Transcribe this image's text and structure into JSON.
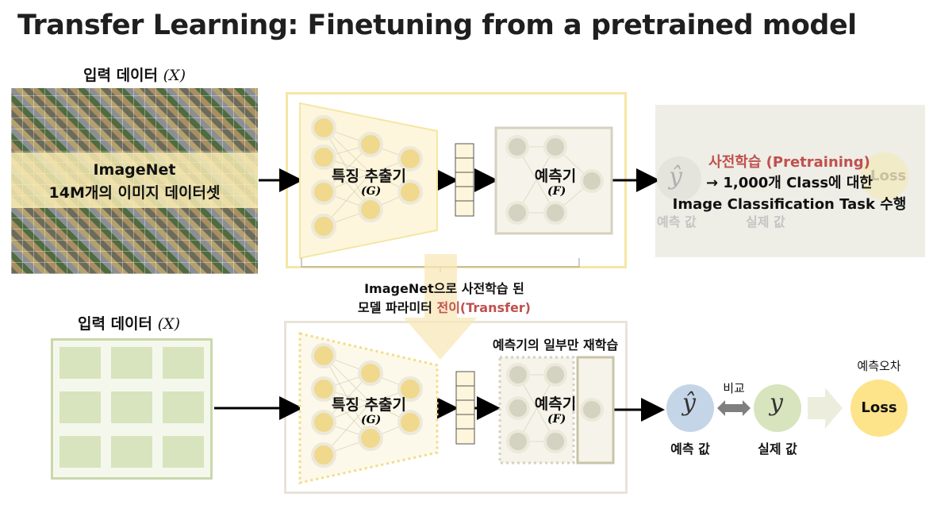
{
  "title": "Transfer Learning: Finetuning from a pretrained model",
  "top": {
    "input_label": "입력 데이터",
    "input_var": "(X)",
    "imagenet_line1": "ImageNet",
    "imagenet_line2": "14M개의 이미지 데이터셋",
    "feature_extractor": "특징 추출기",
    "feature_var": "(G)",
    "predictor": "예측기",
    "predictor_var": "(F)",
    "pretrain_title": "사전학습 (Pretraining)",
    "pretrain_line2": "→ 1,000개 Class에 대한",
    "pretrain_line3": "Image Classification Task 수행",
    "faded_pred": "예측 값",
    "faded_true": "실제 값",
    "faded_loss": "Loss"
  },
  "transfer": {
    "line1": "ImageNet으로 사전학습 된",
    "line2_prefix": "모델 파라미터 ",
    "line2_highlight": "전이(Transfer)"
  },
  "bottom": {
    "input_label": "입력 데이터",
    "input_var": "(X)",
    "feature_extractor": "특징 추출기",
    "feature_var": "(G)",
    "predictor": "예측기",
    "predictor_var": "(F)",
    "retrain_note": "예측기의 일부만 재학습",
    "pred_label": "예측 값",
    "true_label": "실제 값",
    "compare": "비교",
    "error": "예측오차",
    "loss": "Loss",
    "yhat": "ŷ",
    "y": "y"
  },
  "colors": {
    "node": "#f0d98c",
    "node_grey": "#d4d2c0",
    "trapezoid": "#fdf6dc",
    "top_border": "#f5e6a4",
    "bottom_border": "#e8e4d8",
    "input_green": "#d7e4bd",
    "pred_circle": "#c5d5e8",
    "true_circle": "#d7e4bd",
    "loss_circle": "#fde38a",
    "highlight": "#c0504d"
  }
}
